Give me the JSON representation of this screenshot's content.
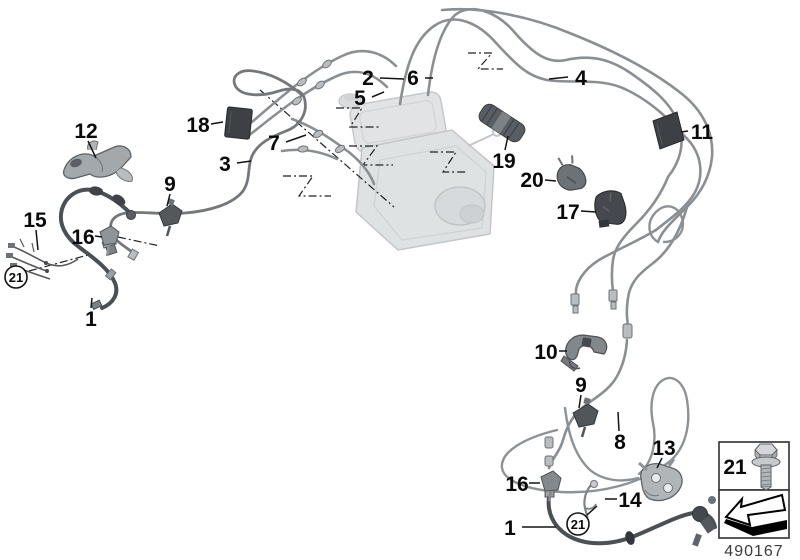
{
  "diagram": {
    "type": "parts-diagram",
    "subject": "brake-pipe-and-hose-layout",
    "doc_number": "490167",
    "callouts": {
      "n1a": "1",
      "n1b": "1",
      "n2": "2",
      "n3": "3",
      "n4": "4",
      "n5": "5",
      "n6": "6",
      "n7": "7",
      "n8": "8",
      "n9a": "9",
      "n9b": "9",
      "n10": "10",
      "n11": "11",
      "n12": "12",
      "n13": "13",
      "n14": "14",
      "n15": "15",
      "n16a": "16",
      "n16b": "16",
      "n17": "17",
      "n18": "18",
      "n19": "19",
      "n20": "20",
      "n21a": "21",
      "n21b": "21"
    },
    "legend": {
      "item_number": "21",
      "item_icon": "flange-bolt",
      "arrow_icon": "direction-arrow"
    },
    "colors": {
      "pipe": "#8a8f93",
      "pipe_dark": "#74787c",
      "hose": "#4b5054",
      "hardware_dark": "#3d4145",
      "unit_faded": "#d8dbdd",
      "label": "#0a0a0a"
    }
  }
}
